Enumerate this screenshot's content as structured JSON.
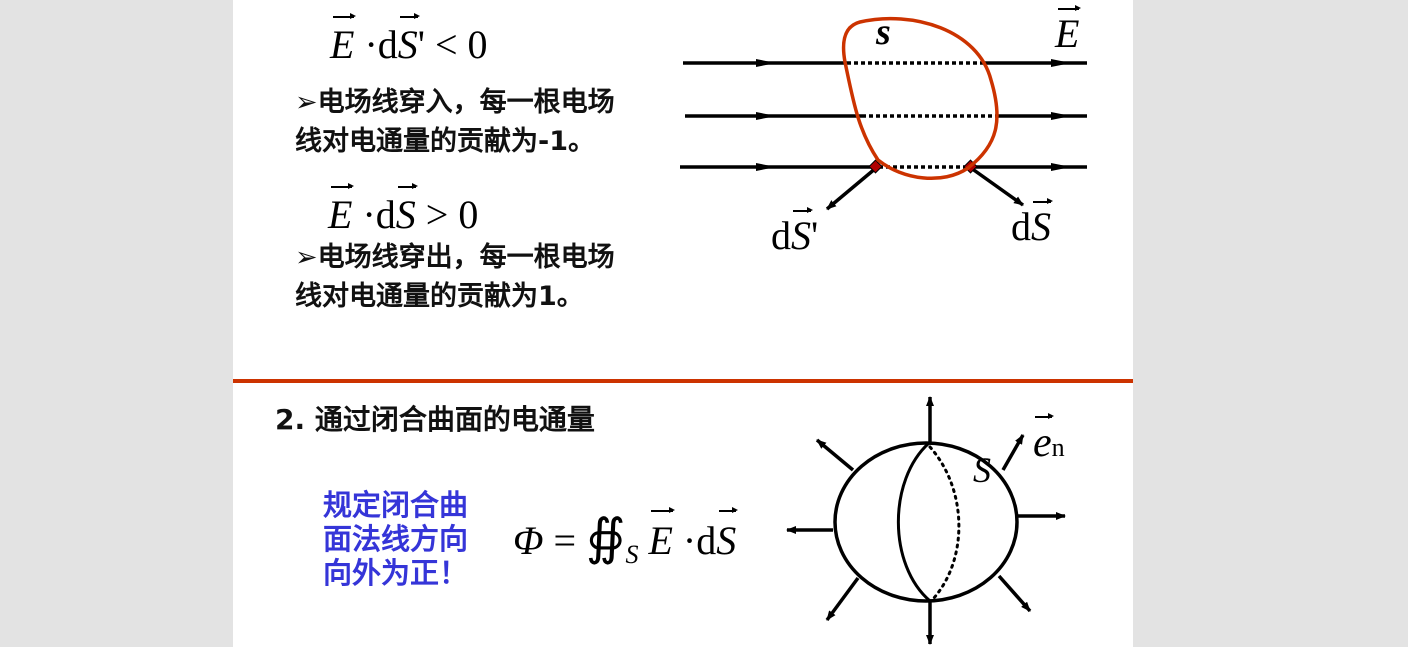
{
  "slide": {
    "top_section": {
      "formula_in": {
        "lhs_E": "E",
        "dot": "·",
        "d": "d",
        "S": "S",
        "prime": "'",
        "rel": "< 0"
      },
      "text_in_line1": "➢电场线穿入，每一根电场",
      "text_in_line2": "线对电通量的贡献为-1。",
      "formula_out": {
        "lhs_E": "E",
        "dot": "·",
        "d": "d",
        "S": "S",
        "rel": "> 0"
      },
      "text_out_line1": "➢电场线穿出，每一根电场",
      "text_out_line2": "线对电通量的贡献为1。",
      "diagram": {
        "surface_label": "s",
        "field_label": "E",
        "ds_prime_label_d": "d",
        "ds_prime_label_S": "S",
        "ds_prime_label_prime": "'",
        "ds_label_d": "d",
        "ds_label_S": "S"
      }
    },
    "bottom_section": {
      "heading": "2.  通过闭合曲面的电通量",
      "note_lines": [
        "规定闭合曲",
        "面法线方向",
        "向外为正！"
      ],
      "flux_formula": {
        "phi": "Φ",
        "eq": "=",
        "integral": "∯",
        "sub": "S",
        "E": "E",
        "dot": "·",
        "d": "d",
        "S": "S"
      },
      "diagram": {
        "surface_label": "S",
        "normal_label": "e",
        "normal_sub": "n"
      }
    },
    "colors": {
      "accent_red": "#cc3300",
      "note_blue": "#3535d8",
      "background_gray": "#e3e3e3"
    }
  }
}
